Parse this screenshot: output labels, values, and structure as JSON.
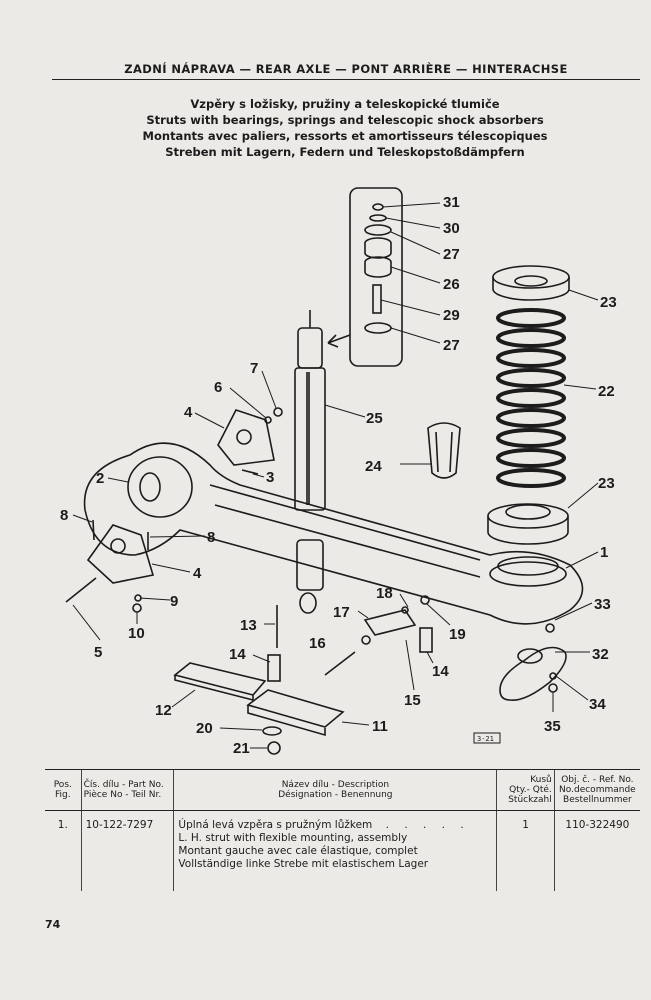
{
  "header": {
    "title": "ZADNÍ NÁPRAVA — REAR AXLE — PONT ARRIÈRE — HINTERACHSE"
  },
  "subtitles": [
    "Vzpěry s ložisky, pružiny a teleskopické tlumiče",
    "Struts with bearings, springs and telescopic shock absorbers",
    "Montants avec paliers, ressorts et amortisseurs télescopiques",
    "Streben mit Lagern, Federn und Teleskopstoßdämpfern"
  ],
  "diagram": {
    "callouts": [
      "31",
      "30",
      "27",
      "26",
      "29",
      "27",
      "23",
      "22",
      "23",
      "1",
      "33",
      "32",
      "34",
      "35",
      "25",
      "24",
      "7",
      "6",
      "4",
      "2",
      "3",
      "8",
      "8",
      "4",
      "9",
      "10",
      "5",
      "18",
      "17",
      "19",
      "16",
      "14",
      "15",
      "13",
      "14",
      "12",
      "11",
      "20",
      "21"
    ],
    "stamp": "3-21"
  },
  "table": {
    "headers": {
      "pos": [
        "Pos.",
        "Fig."
      ],
      "part": [
        "Čís. dílu - Part No.",
        "Pièce No - Teil Nr."
      ],
      "desc": [
        "Název dílu - Description",
        "Désignation - Benennung"
      ],
      "qty": [
        "Kusů",
        "Qty.- Qté.",
        "Stückzahl"
      ],
      "ref": [
        "Obj. č. - Ref. No.",
        "No.decommande",
        "Bestellnummer"
      ]
    },
    "rows": [
      {
        "pos": "1.",
        "part": "10-122-7297",
        "desc": [
          "Úplná levá vzpěra s pružným lůžkem",
          "L. H. strut with flexible mounting, assembly",
          "Montant gauche avec cale élastique, complet",
          "Vollständige linke Strebe mit elastischem Lager"
        ],
        "dots": ". . . . .",
        "qty": "1",
        "ref": "110-322490"
      }
    ]
  },
  "page_number": "74"
}
